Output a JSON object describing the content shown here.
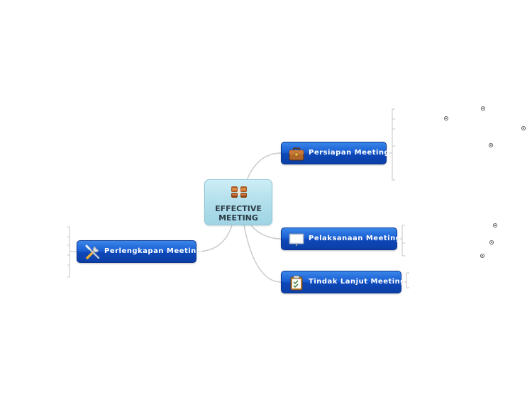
{
  "central": {
    "title": "EFFECTIVE MEETING",
    "icon": "meeting-chairs-icon"
  },
  "topics": {
    "persiapan": {
      "label": "Persiapan Meeting",
      "icon": "briefcase-icon"
    },
    "pelaksanaan": {
      "label": "Pelaksanaan Meeting",
      "icon": "monitor-icon"
    },
    "tindak": {
      "label": "Tindak Lanjut Meeting",
      "icon": "clipboard-icon"
    },
    "perlengkapan": {
      "label": "Perlengkapan Meeting",
      "icon": "tools-icon"
    }
  },
  "colors": {
    "topic_blue": "#1a5fd4",
    "central_cyan": "#b4e0ec",
    "connector_gray": "#c8c8c8"
  }
}
